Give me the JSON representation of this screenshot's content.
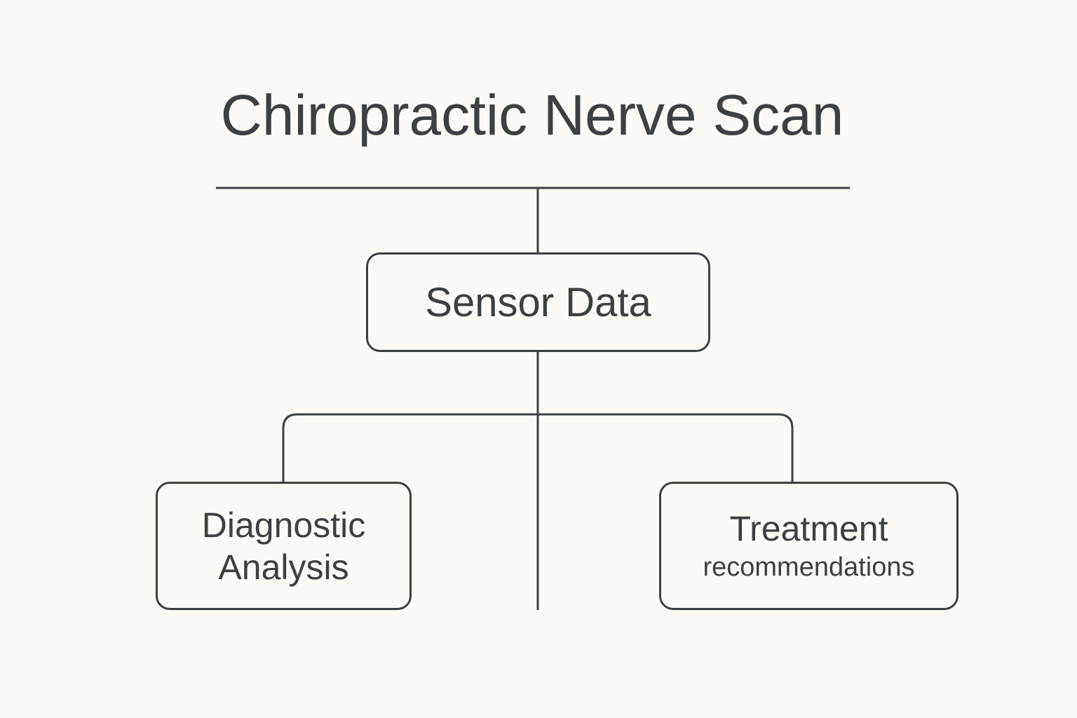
{
  "title": "Chiropractic Nerve Scan",
  "nodes": {
    "sensor": {
      "label": "Sensor Data"
    },
    "diagnostic": {
      "line1": "Diagnostic",
      "line2": "Analysis"
    },
    "treatment": {
      "line1": "Treatment",
      "line2": "recommendations"
    }
  },
  "colors": {
    "background": "#fcfaf6",
    "stroke": "#3d4043"
  }
}
